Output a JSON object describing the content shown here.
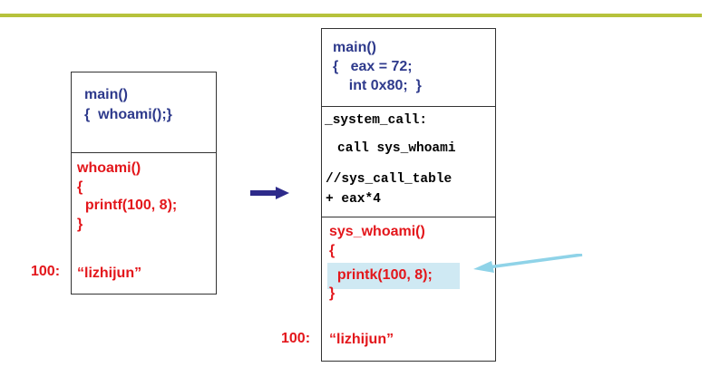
{
  "colors": {
    "accent_line": "#b6c23c",
    "blue_text": "#2e3a8c",
    "red_text": "#e3161b",
    "arrow_right": "#2d2a8a",
    "arrow_left": "#8fd3e8",
    "highlight": "#cfe9f3"
  },
  "left_box": {
    "main_lines": [
      "main()",
      "{  whoami();}"
    ],
    "whoami_lines": [
      "whoami()",
      "{",
      "  printf(100, 8);",
      "}"
    ],
    "string": "“lizhijun”",
    "address": "100:"
  },
  "right_box": {
    "main_lines": [
      "main()",
      "{   eax = 72;",
      "    int 0x80;  }"
    ],
    "system_call_lines": [
      "_system_call:",
      "call sys_whoami",
      "//sys_call_table",
      "+ eax*4"
    ],
    "sys_whoami_lines": [
      "sys_whoami()",
      "{",
      "  printk(100, 8);",
      "}"
    ],
    "string": "“lizhijun”",
    "address": "100:"
  },
  "icons": {
    "right_arrow": "arrow-right-icon",
    "left_arrow": "arrow-left-icon"
  }
}
